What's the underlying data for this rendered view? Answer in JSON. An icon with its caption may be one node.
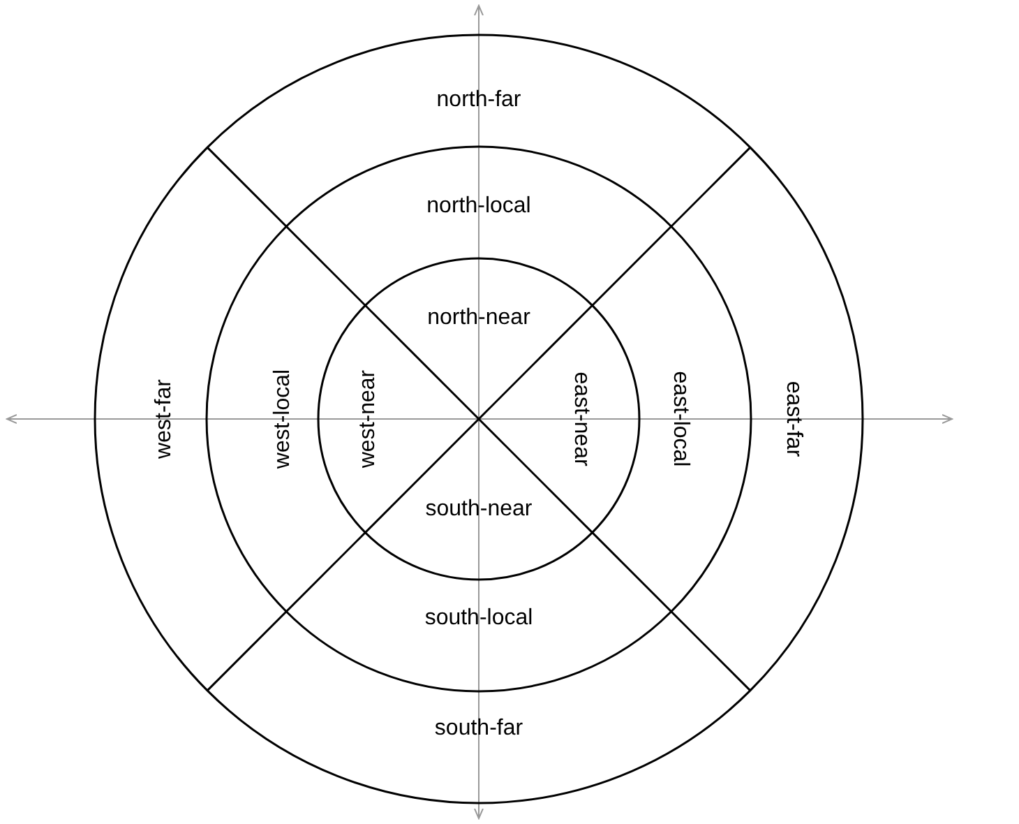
{
  "diagram": {
    "labels": [
      "north-far",
      "north-local",
      "north-near",
      "west-far",
      "west-local",
      "west-near",
      "east-near",
      "east-local",
      "east-far",
      "south-near",
      "south-local",
      "south-far"
    ]
  }
}
